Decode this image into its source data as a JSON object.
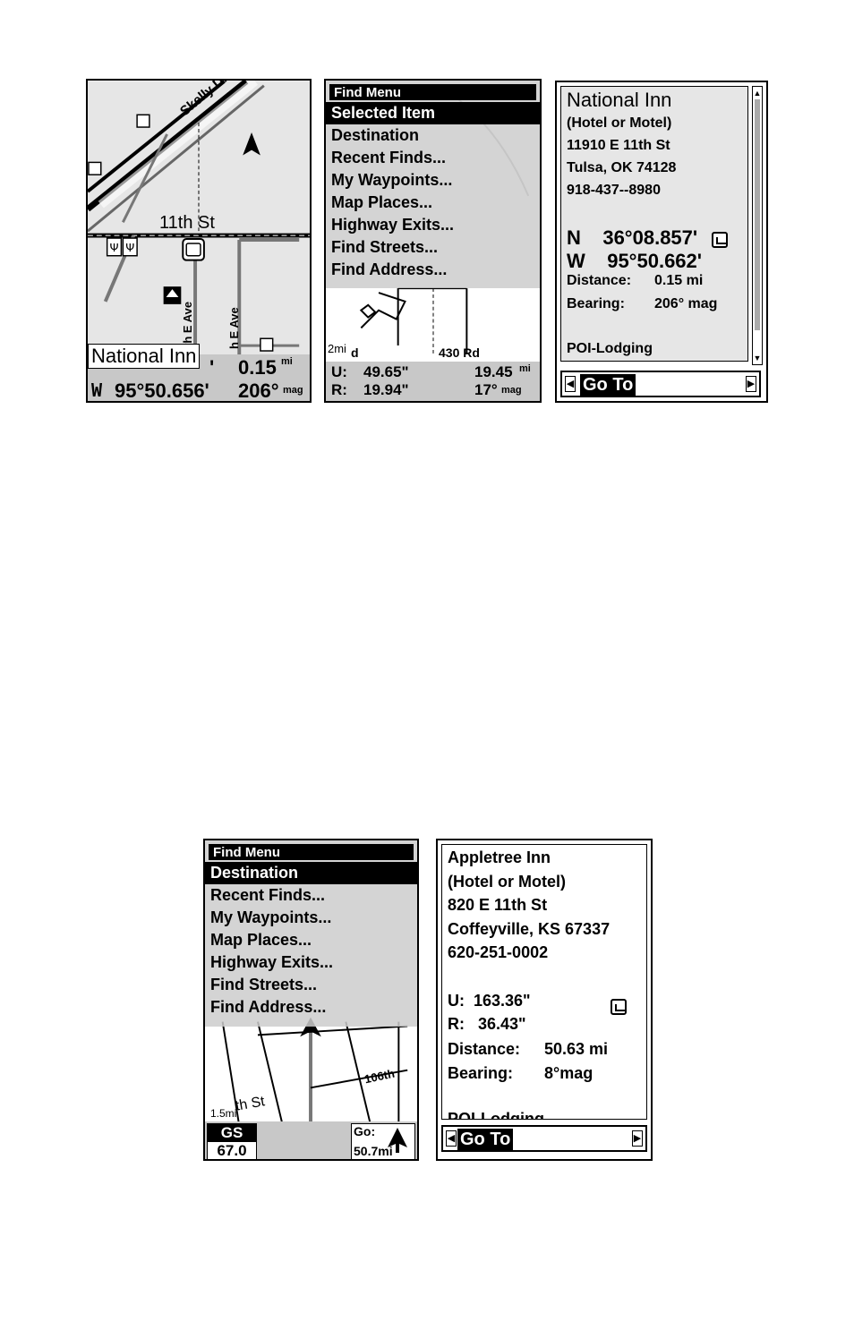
{
  "screen1": {
    "street_label": "11th St",
    "road_label": "Skelly Dr",
    "ave1": "th E Ave",
    "ave2": "h E Ave",
    "popup": "National Inn",
    "dist_value": "0.15",
    "dist_unit": "mi",
    "lat_partial": "'",
    "lon_prefix": "W",
    "lon_value": "95°50.656'",
    "bearing_value": "206°",
    "bearing_unit": "mag"
  },
  "screen2": {
    "menu_title": "Find Menu",
    "items": [
      "Selected Item",
      "Destination",
      "Recent Finds...",
      "My Waypoints...",
      "Map Places...",
      "Highway Exits...",
      "Find Streets...",
      "Find Address..."
    ],
    "scale": "2mi",
    "road_label": "430 Rd",
    "d_label": "d",
    "u_label": "U:",
    "u_value": "49.65\"",
    "r_label": "R:",
    "r_value": "19.94\"",
    "dist_value": "19.45",
    "dist_unit": "mi",
    "bearing_value": "17°",
    "bearing_unit": "mag"
  },
  "screen3": {
    "name": "National Inn",
    "type": "(Hotel or Motel)",
    "street": "11910 E 11th St",
    "city": "Tulsa, OK 74128",
    "phone": "918-437--8980",
    "lat": "N    36°08.857'",
    "lon": "W    95°50.662'",
    "distance_label": "Distance:",
    "distance_value": "0.15 mi",
    "bearing_label": "Bearing:",
    "bearing_value": "206° mag",
    "category": "POI-Lodging",
    "goto": "Go To"
  },
  "screen4": {
    "menu_title": "Find Menu",
    "items": [
      "Destination",
      "Recent Finds...",
      "My Waypoints...",
      "Map Places...",
      "Highway Exits...",
      "Find Streets...",
      "Find Address..."
    ],
    "road_label": "106th",
    "street_label": "th St",
    "scale": "1.5mi",
    "gs_label": "GS",
    "gs_value": "67.0",
    "go_label": "Go:",
    "go_value": "50.7mi"
  },
  "screen5": {
    "name": "Appletree Inn",
    "type": "(Hotel or Motel)",
    "street": "820 E 11th St",
    "city": "Coffeyville, KS 67337",
    "phone": "620-251-0002",
    "u_line": "U:  163.36\"",
    "r_line": "R:   36.43\"",
    "distance_label": "Distance:",
    "distance_value": "50.63 mi",
    "bearing_label": "Bearing:",
    "bearing_value": "8°mag",
    "category": "POI-Lodging",
    "goto": "Go To"
  }
}
